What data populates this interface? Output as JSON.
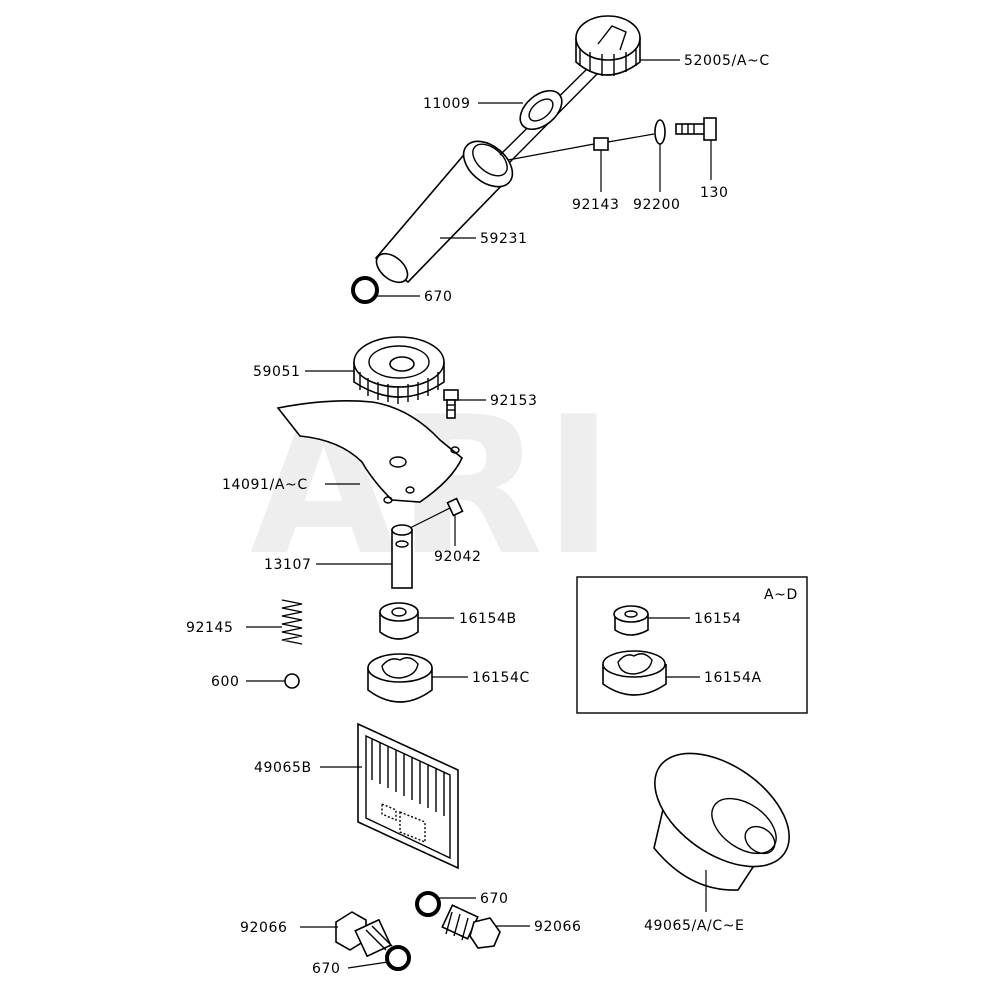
{
  "watermark": "ARI",
  "box_label": "A~D",
  "labels": {
    "p52005": "52005/A~C",
    "p11009": "11009",
    "p92143": "92143",
    "p92200": "92200",
    "p130": "130",
    "p59231": "59231",
    "p670_top": "670",
    "p59051": "59051",
    "p92153": "92153",
    "p14091": "14091/A~C",
    "p92042": "92042",
    "p13107": "13107",
    "p92145": "92145",
    "p16154B": "16154B",
    "p600": "600",
    "p16154C": "16154C",
    "p16154": "16154",
    "p16154A": "16154A",
    "p49065B": "49065B",
    "p49065": "49065/A/C~E",
    "p670_mid": "670",
    "p92066_left": "92066",
    "p92066_right": "92066",
    "p670_bottom": "670"
  },
  "colors": {
    "line": "#000000",
    "background": "#ffffff",
    "watermark": "#eeeeee"
  }
}
